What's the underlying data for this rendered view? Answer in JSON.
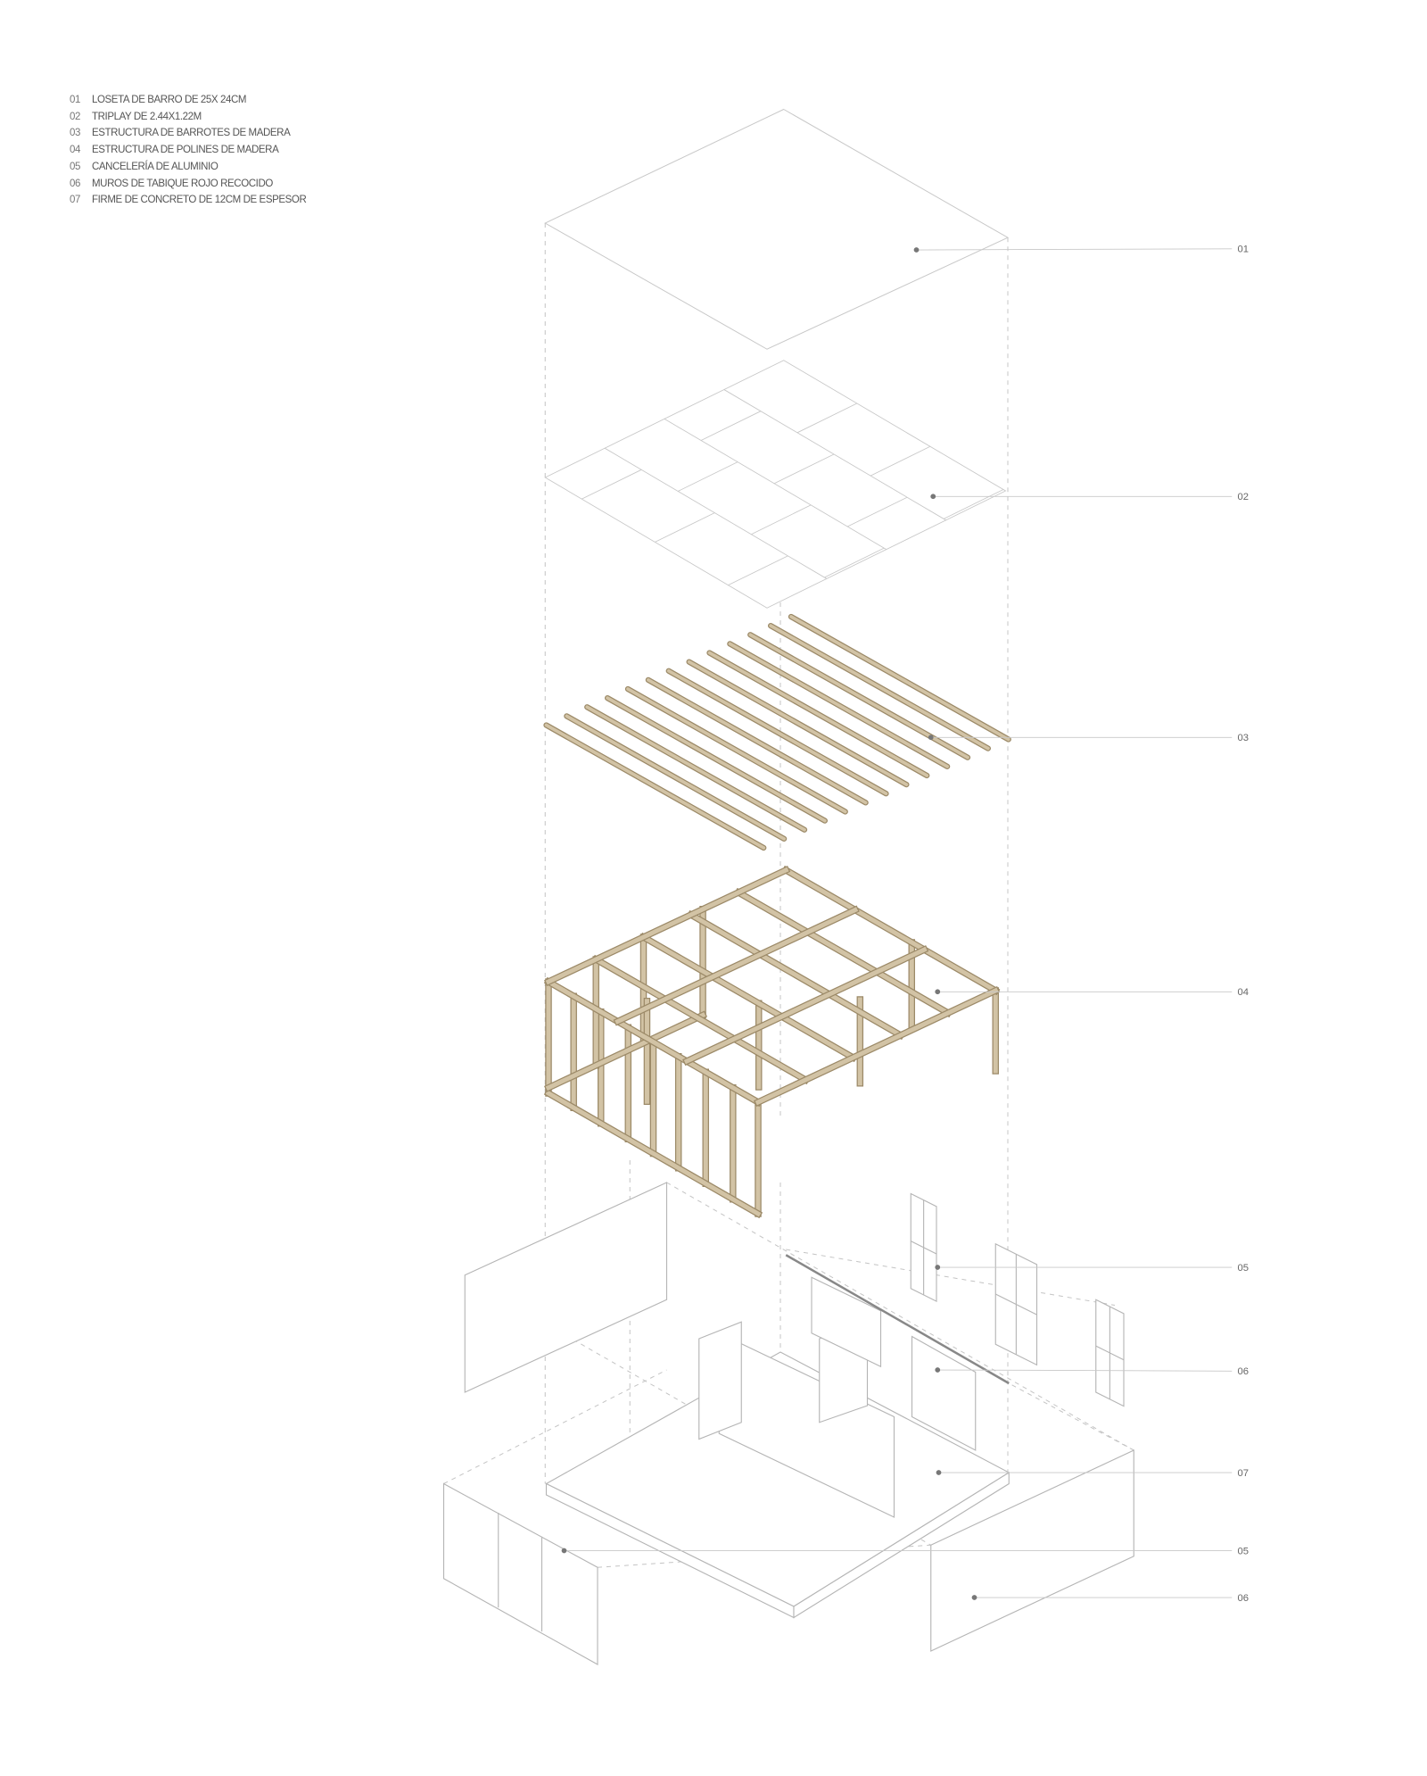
{
  "legend": [
    {
      "num": "01",
      "text": "LOSETA DE BARRO DE 25X 24CM"
    },
    {
      "num": "02",
      "text": "TRIPLAY DE 2.44X1.22M"
    },
    {
      "num": "03",
      "text": "ESTRUCTURA DE BARROTES DE MADERA"
    },
    {
      "num": "04",
      "text": "ESTRUCTURA DE POLINES DE MADERA"
    },
    {
      "num": "05",
      "text": "CANCELERÍA DE ALUMINIO"
    },
    {
      "num": "06",
      "text": "MUROS DE TABIQUE ROJO RECOCIDO"
    },
    {
      "num": "07",
      "text": "FIRME DE CONCRETO DE 12CM DE ESPESOR"
    }
  ],
  "callouts": [
    "01",
    "02",
    "03",
    "04",
    "05",
    "06",
    "07",
    "05",
    "06"
  ],
  "colors": {
    "wood": "#d2c3a5",
    "wood_edge": "#9c8a68",
    "line": "#b8b8b8",
    "dashed": "#c4c4c4",
    "dot": "#777777"
  }
}
